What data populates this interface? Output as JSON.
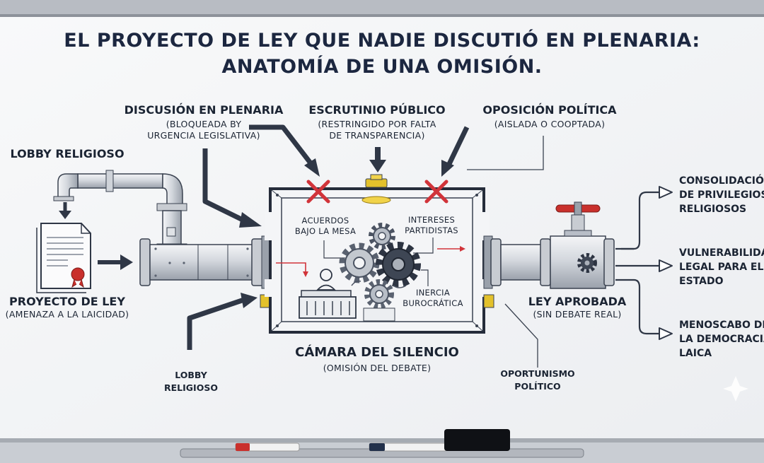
{
  "title": {
    "line1": "EL PROYECTO DE LEY QUE NADIE DISCUTIÓ EN PLENARIA:",
    "line2": "ANATOMÍA DE UNA OMISIÓN."
  },
  "blocked_inputs": {
    "plenaria": {
      "label": "DISCUSIÓN EN PLENARIA",
      "note_line1": "(BLOQUEADA BY",
      "note_line2": "URGENCIA LEGISLATIVA)"
    },
    "escrutinio": {
      "label": "ESCRUTINIO PÚBLICO",
      "note_line1": "(RESTRINGIDO POR FALTA",
      "note_line2": "DE TRANSPARENCIA)"
    },
    "oposicion": {
      "label": "OPOSICIÓN POLÍTICA",
      "note_line1": "(AISLADA O COOPTADA)"
    }
  },
  "lobby_top": "LOBBY RELIGIOSO",
  "lobby_bottom": {
    "line1": "LOBBY",
    "line2": "RELIGIOSO"
  },
  "proyecto": {
    "label": "PROYECTO DE LEY",
    "note": "(AMENAZA A LA LAICIDAD)"
  },
  "chamber": {
    "label": "CÁMARA DEL SILENCIO",
    "note": "(OMISIÓN DEL DEBATE)",
    "inner": {
      "acuerdos_1": "ACUERDOS",
      "acuerdos_2": "BAJO LA MESA",
      "intereses_1": "INTERESES",
      "intereses_2": "PARTIDISTAS",
      "inercia_1": "INERCIA",
      "inercia_2": "BUROCRÁTICA"
    }
  },
  "oportunismo": {
    "line1": "OPORTUNISMO",
    "line2": "POLÍTICO"
  },
  "ley": {
    "label": "LEY APROBADA",
    "note": "(SIN DEBATE REAL)"
  },
  "outcomes": [
    {
      "line1": "CONSOLIDACIÓN",
      "line2": "DE PRIVILEGIOS",
      "line3": "RELIGIOSOS"
    },
    {
      "line1": "VULNERABILIDAD",
      "line2": "LEGAL PARA EL",
      "line3": "ESTADO"
    },
    {
      "line1": "MENOSCABO DE",
      "line2": "LA DEMOCRACIA",
      "line3": "LAICA"
    }
  ],
  "colors": {
    "ink": "#1b2433",
    "block": "#d1343a",
    "marker_red": "#c9302c",
    "marker_navy": "#22304a",
    "eraser": "#0f1115"
  }
}
